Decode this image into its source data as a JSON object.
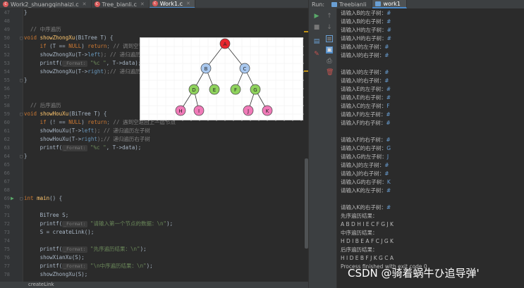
{
  "editor_tabs": [
    {
      "label": "Work2_shuangqinhaizi.c",
      "active": false
    },
    {
      "label": "Tree_bianli.c",
      "active": false
    },
    {
      "label": "Work1.c",
      "active": true
    }
  ],
  "line_numbers": [
    "47",
    "48",
    "49",
    "50",
    "51",
    "52",
    "53",
    "54",
    "55",
    "56",
    "57",
    "58",
    "59",
    "60",
    "61",
    "62",
    "63",
    "64",
    "65",
    "66",
    "67",
    "68",
    "69",
    "70",
    "71",
    "72",
    "73",
    "74",
    "75",
    "76",
    "77",
    "78"
  ],
  "code": {
    "l0": "}",
    "l2": "// 中序遍历",
    "l3_kw": "void ",
    "l3_fn": "showZhongXu",
    "l3_rest": "(BiTree T) {",
    "l4_kw": "if ",
    "l4_a": "(T == ",
    "l4_null": "NULL",
    "l4_b": ") ",
    "l4_ret": "return",
    "l4_cm": "; // 调到空节点",
    "l5_a": "showZhongXu(T->",
    "l5_b": "left",
    "l5_cm": "); // 递归遍历",
    "l6_a": "printf(",
    "l6_hint": "_Format:",
    "l6_str": " \"%c \"",
    "l6_b": ", T->data);",
    "l7_a": "showZhongXu(T->",
    "l7_b": "right",
    "l7_cm": ");// 递归遍历",
    "l8": "}",
    "l11": "// 后序遍历",
    "l12_kw": "void ",
    "l12_fn": "showHouXu",
    "l12_rest": "(BiTree T) {",
    "l13_kw": "if ",
    "l13_a": "(! == ",
    "l13_null": "NULL",
    "l13_b": ") ",
    "l13_ret": "return",
    "l13_cm": "; // 遇到空返回上一层节点",
    "l14_a": "showHouXu(T->",
    "l14_b": "left",
    "l14_cm": "); // 递归遍历左子树",
    "l15_a": "showHouXu(T->",
    "l15_b": "right",
    "l15_cm": ");// 递归遍历右子树",
    "l16_a": "printf(",
    "l16_hint": "_Format:",
    "l16_str": " \"%c \"",
    "l16_b": ", T->data);",
    "l17": "}",
    "l21_kw": "int ",
    "l21_fn": "main",
    "l21_rest": "() {",
    "l23": "BiTree S;",
    "l24_a": "printf(",
    "l24_hint": "_Format:",
    "l24_str": " \"请输入第一个节点的数据：\\n\"",
    "l24_b": ");",
    "l25": "S = createLink();",
    "l27_a": "printf(",
    "l27_hint": "_Format:",
    "l27_str": " \"先序遍历结果：\\n\"",
    "l27_b": ");",
    "l28": "showXianXu(S);",
    "l29_a": "printf(",
    "l29_hint": "_Format:",
    "l29_str": " \"\\n中序遍历结果：\\n\"",
    "l29_b": ");",
    "l30": "showZhongXu(S);"
  },
  "status_text": "createLink",
  "tree": {
    "nodes": [
      {
        "id": "A",
        "color": "#e8262e"
      },
      {
        "id": "B",
        "color": "#a9c8ef"
      },
      {
        "id": "C",
        "color": "#a9c8ef"
      },
      {
        "id": "D",
        "color": "#8fd35d"
      },
      {
        "id": "E",
        "color": "#8fd35d"
      },
      {
        "id": "F",
        "color": "#8fd35d"
      },
      {
        "id": "G",
        "color": "#8fd35d"
      },
      {
        "id": "H",
        "color": "#f07ab8"
      },
      {
        "id": "I",
        "color": "#f07ab8"
      },
      {
        "id": "J",
        "color": "#f07ab8"
      },
      {
        "id": "K",
        "color": "#f07ab8"
      }
    ]
  },
  "run": {
    "label": "Run:",
    "tabs": [
      {
        "label": "Treebianli",
        "active": false
      },
      {
        "label": "work1",
        "active": true
      }
    ]
  },
  "console_lines": [
    {
      "t": "请输入B的左子树：",
      "in": "#"
    },
    {
      "t": "请输入B的右子树：",
      "in": "#"
    },
    {
      "t": "请输入H的左子树：",
      "in": "#"
    },
    {
      "t": "请输入H的右子树：",
      "in": "#"
    },
    {
      "t": "请输入I的左子树：",
      "in": "#"
    },
    {
      "t": "请输入I的右子树：",
      "in": "#"
    },
    {
      "t": "",
      "in": ""
    },
    {
      "t": "请输入I的左子树：",
      "in": "#"
    },
    {
      "t": "请输入I的右子树：",
      "in": "#"
    },
    {
      "t": "请输入E的左子树：",
      "in": "#"
    },
    {
      "t": "请输入E的右子树：",
      "in": "#"
    },
    {
      "t": "请输入C的左子树：",
      "in": "F"
    },
    {
      "t": "请输入F的左子树：",
      "in": "#"
    },
    {
      "t": "请输入F的右子树：",
      "in": "#"
    },
    {
      "t": "",
      "in": ""
    },
    {
      "t": "请输入F的右子树：",
      "in": "#"
    },
    {
      "t": "请输入C的右子树：",
      "in": "G"
    },
    {
      "t": "请输入G的左子树：",
      "in": "J"
    },
    {
      "t": "请输入J的左子树：",
      "in": "#"
    },
    {
      "t": "请输入J的右子树：",
      "in": "#"
    },
    {
      "t": "请输入G的右子树：",
      "in": "K"
    },
    {
      "t": "请输入K的左子树：",
      "in": "#"
    },
    {
      "t": "",
      "in": ""
    },
    {
      "t": "请输入K的右子树：",
      "in": "#"
    },
    {
      "t": "先序遍历结果：",
      "in": ""
    },
    {
      "t": "A B D H I E C F G J K",
      "in": ""
    },
    {
      "t": "中序遍历结果：",
      "in": ""
    },
    {
      "t": "H D I B E A F C J G K",
      "in": ""
    },
    {
      "t": "后序遍历结果：",
      "in": ""
    },
    {
      "t": "H I D E B F J K G C A",
      "in": ""
    },
    {
      "t": "Process finished with exit code 0",
      "in": ""
    }
  ],
  "watermark": "CSDN @骑着蜗牛ひ追导弹'"
}
